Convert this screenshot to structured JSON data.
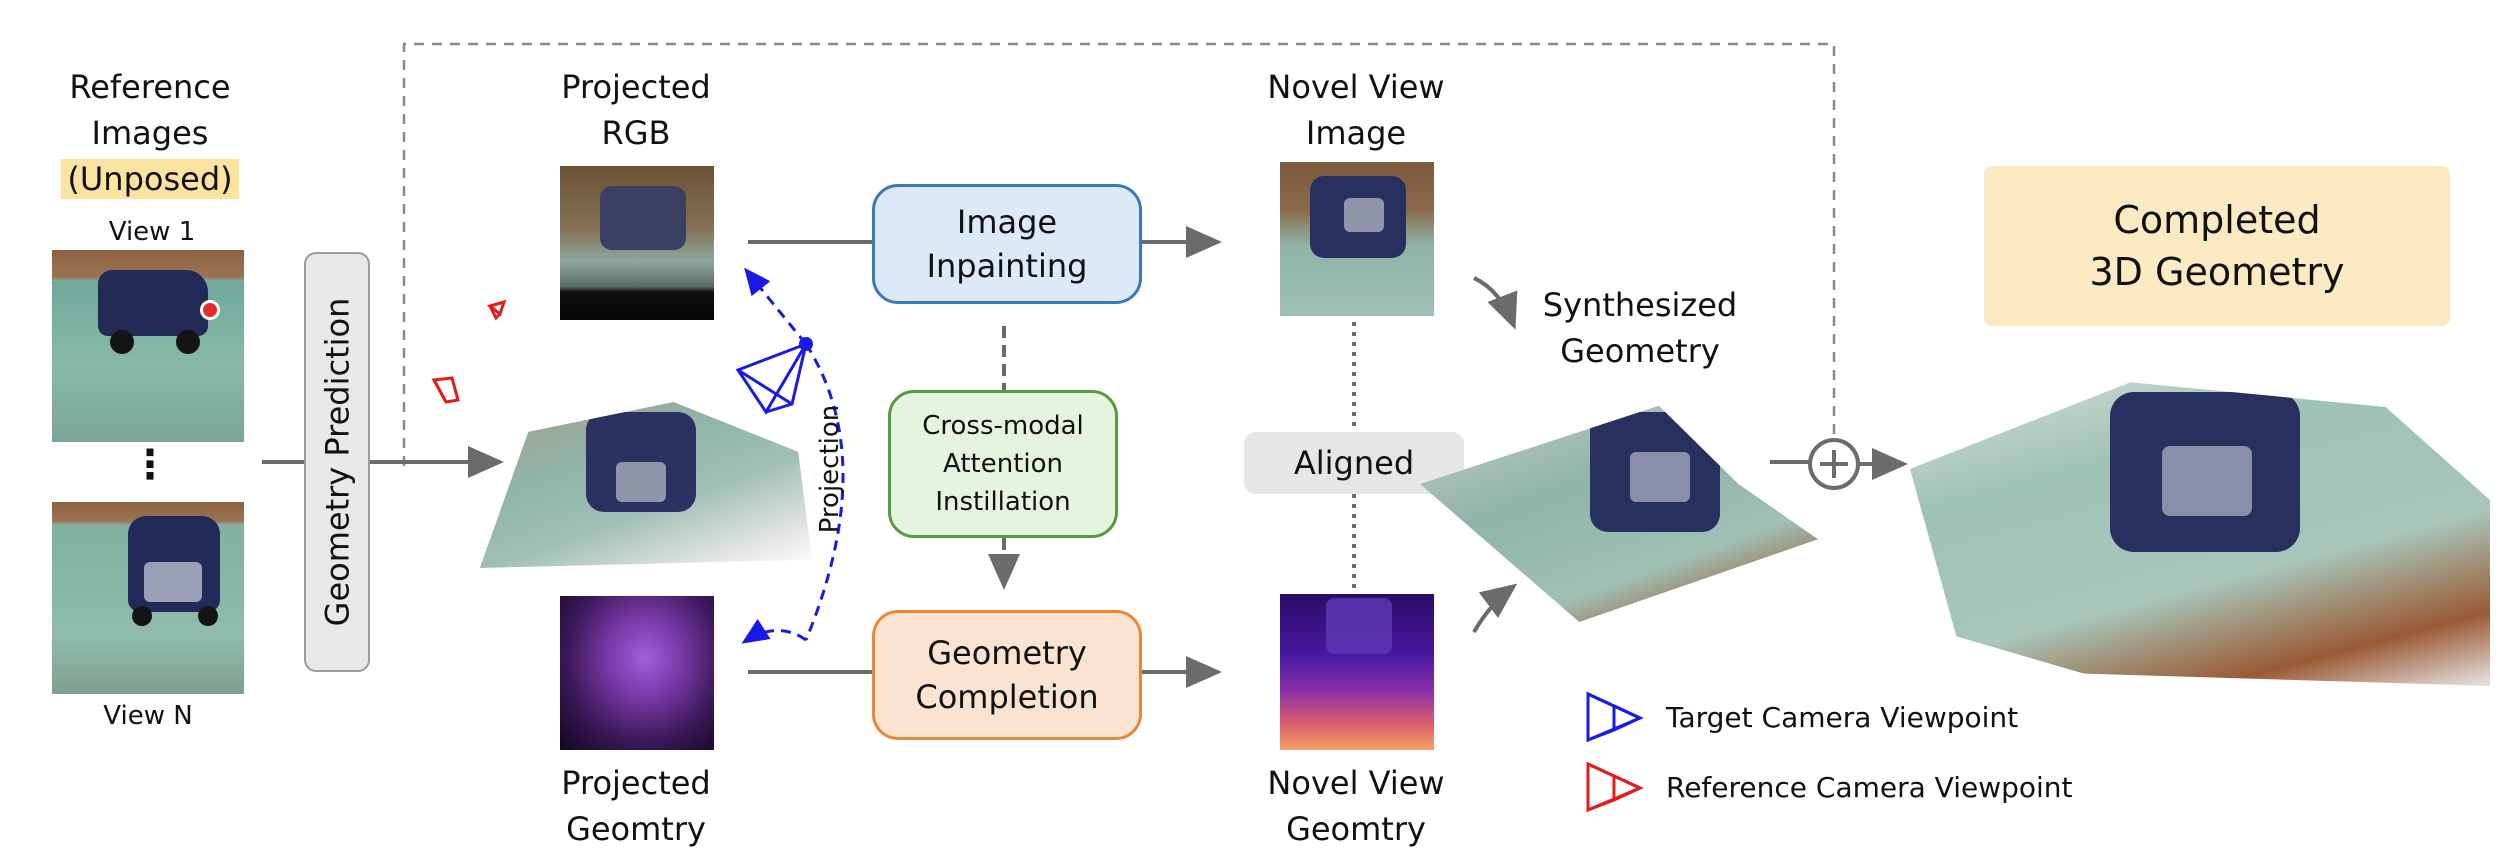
{
  "reference": {
    "title_line1": "Reference",
    "title_line2": "Images",
    "title_line3": "(Unposed)",
    "view_top": "View 1",
    "view_bottom": "View N",
    "ellipsis": "⋮"
  },
  "geometry_prediction": "Geometry Prediction",
  "projected_rgb": {
    "line1": "Projected",
    "line2": "RGB"
  },
  "projected_geometry": {
    "line1": "Projected",
    "line2": "Geomtry"
  },
  "projection_label": "Projection",
  "image_inpainting": {
    "line1": "Image",
    "line2": "Inpainting"
  },
  "cross_modal": {
    "line1": "Cross-modal",
    "line2": "Attention",
    "line3": "Instillation"
  },
  "geometry_completion": {
    "line1": "Geometry",
    "line2": "Completion"
  },
  "novel_view_image": {
    "line1": "Novel View",
    "line2": "Image"
  },
  "novel_view_geometry": {
    "line1": "Novel View",
    "line2": "Geomtry"
  },
  "aligned": "Aligned",
  "synthesized": {
    "line1": "Synthesized",
    "line2": "Geometry"
  },
  "completed": {
    "line1": "Completed",
    "line2": "3D Geometry"
  },
  "legend": {
    "target": "Target Camera Viewpoint",
    "reference": "Reference Camera Viewpoint"
  },
  "colors": {
    "target_camera": "#1a1ae6",
    "reference_camera": "#e21b1b",
    "inpainting_fill": "#dce9f7",
    "inpainting_border": "#3a78b8",
    "cross_modal_fill": "#e6f3de",
    "cross_modal_border": "#5a9a3e",
    "completion_fill": "#fbe3d2",
    "completion_border": "#e8883a",
    "completed_fill": "#fbeac2",
    "unposed_highlight": "#fde3a0"
  }
}
